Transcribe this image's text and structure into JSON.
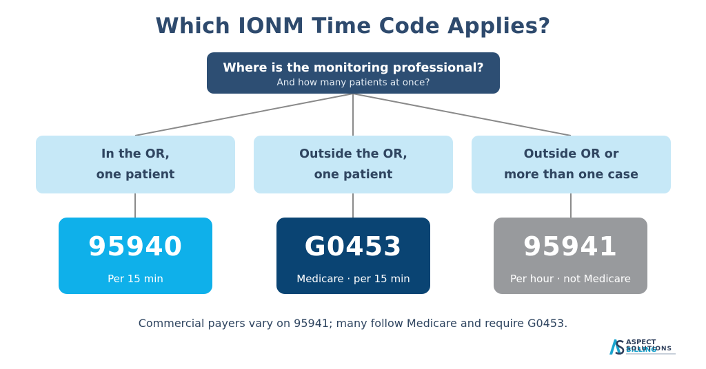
{
  "title": "Which IONM Time Code Applies?",
  "root": {
    "question": "Where is the monitoring professional?",
    "subquestion": "And how many patients at once?"
  },
  "branches": [
    {
      "condition_line1": "In the OR,",
      "condition_line2": "one patient",
      "code": "95940",
      "detail": "Per 15 min",
      "color": "#0fb0ea"
    },
    {
      "condition_line1": "Outside the OR,",
      "condition_line2": "one patient",
      "code": "G0453",
      "detail": "Medicare · per 15 min",
      "color": "#0a4473"
    },
    {
      "condition_line1": "Outside OR or",
      "condition_line2": "more than one case",
      "code": "95941",
      "detail": "Per hour · not Medicare",
      "color": "#989a9d"
    }
  ],
  "footnote": "Commercial payers vary on 95941; many follow Medicare and require G0453.",
  "logo": {
    "line1_a": "ASPECT",
    "line1_b": "BILLING",
    "line2": "SOLUTIONS"
  },
  "colors": {
    "title": "#2e4a6d",
    "root_box": "#2d4e73",
    "condition_box": "#c6e8f7",
    "connector": "#8a8a8a"
  }
}
